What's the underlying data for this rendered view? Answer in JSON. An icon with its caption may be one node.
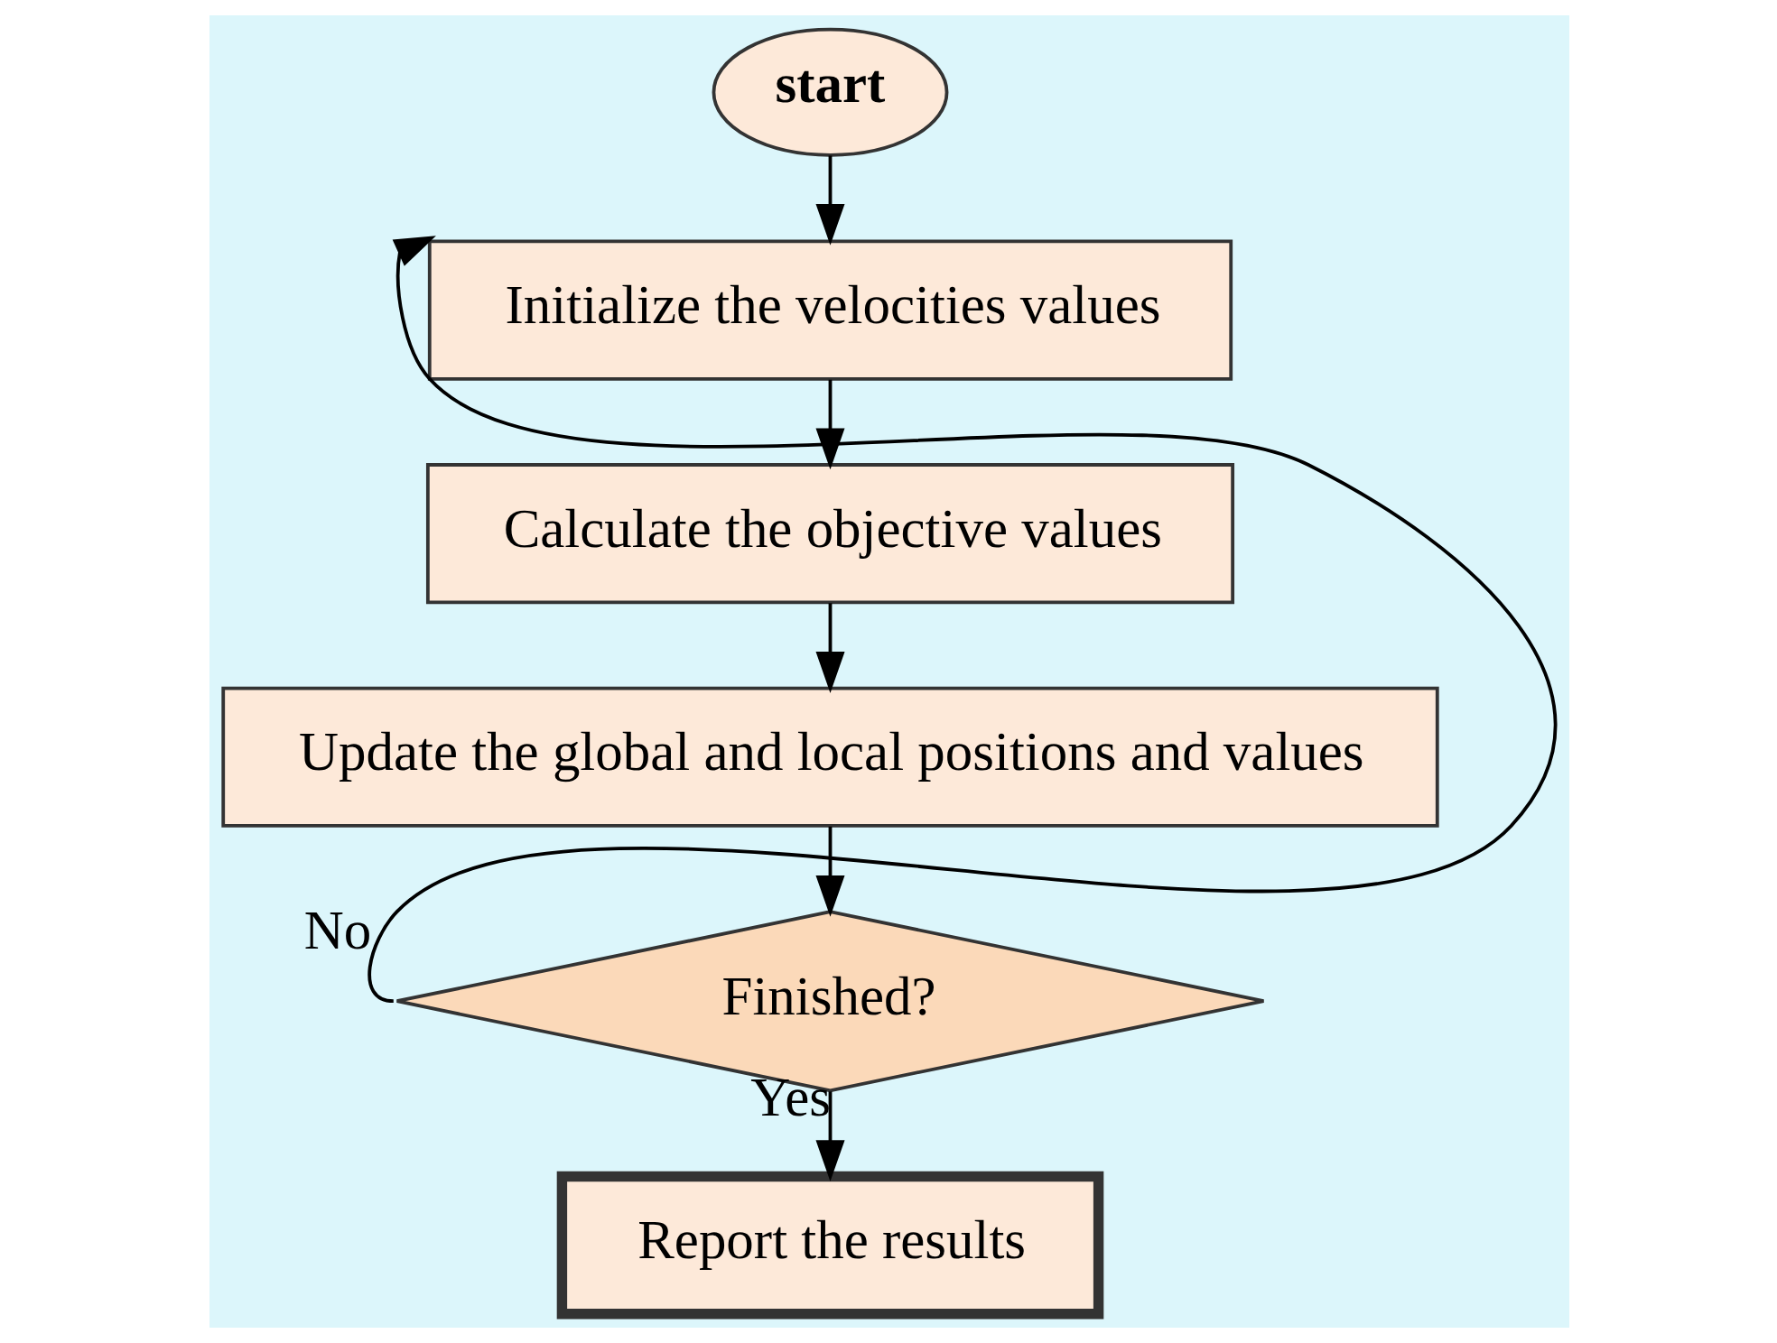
{
  "diagram": {
    "nodes": [
      {
        "text": [
          "start"
        ]
      },
      {
        "text": [
          "Initialize the velocities values"
        ]
      },
      {
        "text": [
          "Calculate the objective values"
        ]
      },
      {
        "text": [
          "Update the global and local positions and values"
        ]
      },
      {
        "text": [
          "Finished?"
        ]
      },
      {
        "text": [
          "Report the results"
        ]
      }
    ],
    "edges": [
      {
        "from": 0,
        "to": 1,
        "arrow": "to"
      },
      {
        "from": 1,
        "to": 2,
        "arrow": "to"
      },
      {
        "from": 2,
        "to": 3,
        "arrow": "to"
      },
      {
        "from": 3,
        "to": 4,
        "arrow": "to"
      },
      {
        "from": 4,
        "to": 5,
        "arrow": "to",
        "label": "Yes"
      },
      {
        "from": 4,
        "to": 1,
        "arrow": "to",
        "label": "No"
      }
    ]
  }
}
